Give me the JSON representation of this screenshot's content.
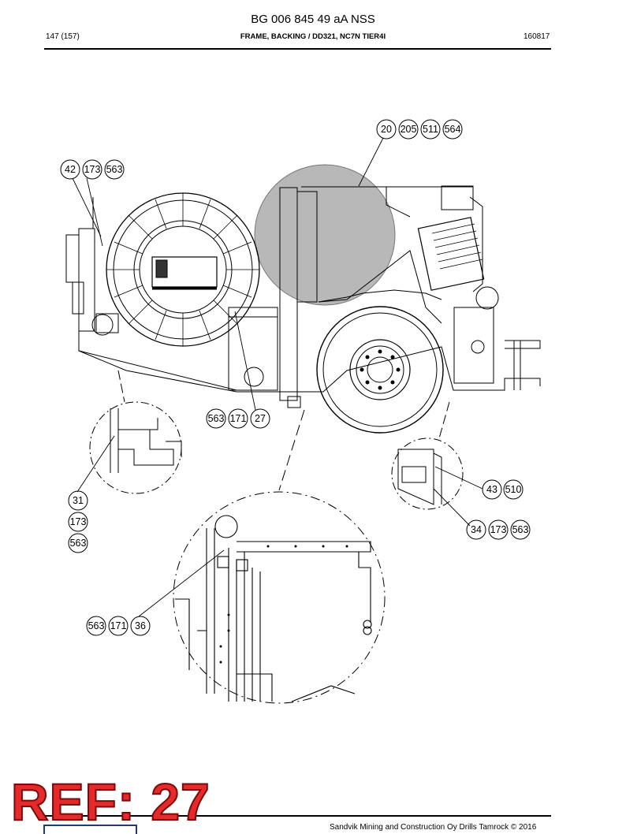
{
  "header": {
    "doc_number": "BG 006 845 49 aA NSS",
    "page": "147 (157)",
    "title": "FRAME, BACKING / DD321, NC7N TIER4I",
    "date_code": "160817"
  },
  "callouts": {
    "top_right": [
      "20",
      "205",
      "511",
      "564"
    ],
    "top_left": [
      "42",
      "173",
      "563"
    ],
    "middle": [
      "563",
      "171",
      "27"
    ],
    "left_detail": [
      "31",
      "173",
      "563"
    ],
    "right_upper": [
      "43",
      "510"
    ],
    "right_lower": [
      "34",
      "173",
      "563"
    ],
    "bottom": [
      "563",
      "171",
      "36"
    ]
  },
  "ref_label": "REF: 27",
  "footer": "Sandvik Mining and Construction Oy Drills Tamrock © 2016",
  "colors": {
    "ref_red": "#e42a2a",
    "highlight_gray": "#b8b8b8",
    "logo_blue": "#233a7a"
  }
}
